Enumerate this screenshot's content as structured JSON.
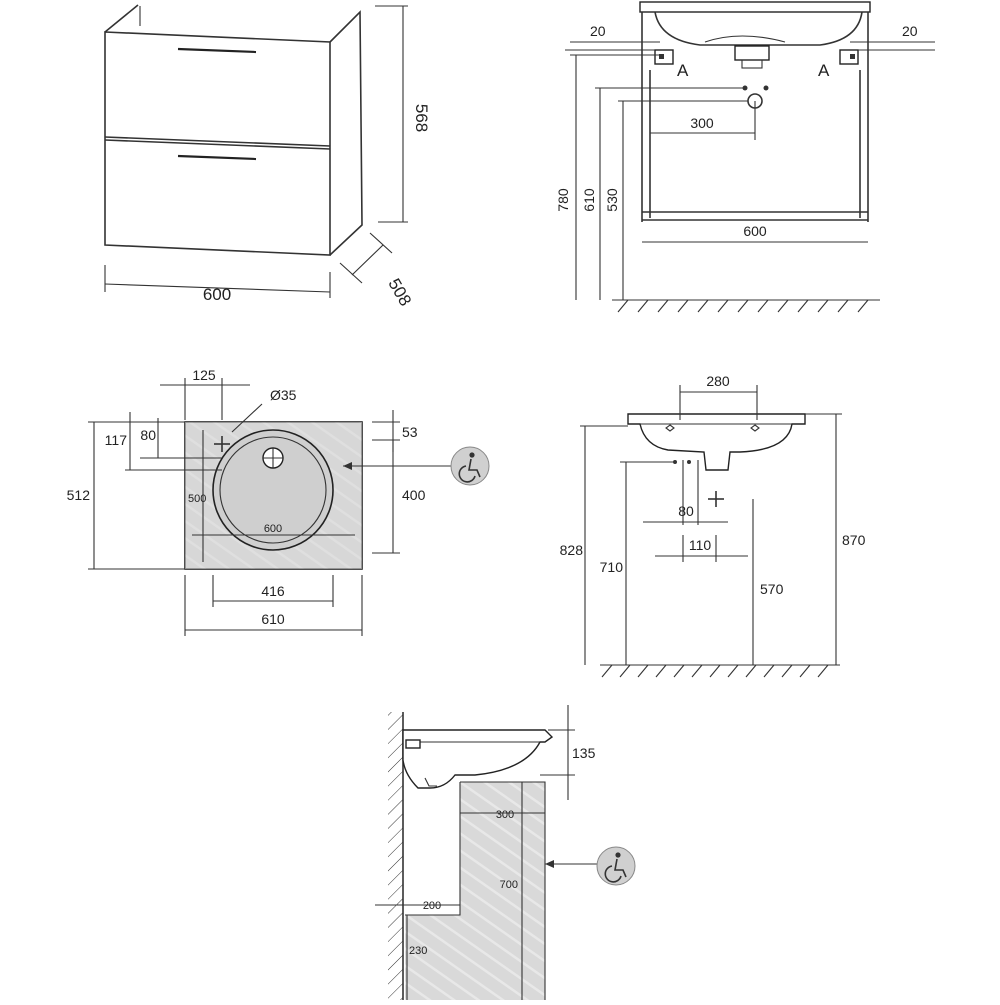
{
  "views": {
    "cabinet_front": {
      "height": "568",
      "width": "600",
      "depth": "508"
    },
    "cabinet_elevation": {
      "offset_left": "20",
      "offset_right": "20",
      "marker_left": "A",
      "marker_right": "A",
      "drain_offset": "300",
      "width": "600",
      "height_total": "780",
      "height_mid": "610",
      "height_low": "530"
    },
    "basin_plan": {
      "tap_offset": "125",
      "hole_diameter": "Ø35",
      "dim_117": "117",
      "dim_80": "80",
      "overall_depth": "512",
      "inner_depth": "500",
      "inner_width": "600",
      "top_offset": "53",
      "depth_400": "400",
      "bowl_width": "416",
      "overall_width": "610"
    },
    "basin_side": {
      "tap_spacing": "280",
      "height_828": "828",
      "height_710": "710",
      "dim_80": "80",
      "dim_110": "110",
      "height_570": "570",
      "height_870": "870"
    },
    "wall_section": {
      "basin_height": "135",
      "dim_300": "300",
      "dim_700": "700",
      "dim_200": "200",
      "dim_230": "230"
    }
  },
  "icons": {
    "accessibility": "wheelchair-icon"
  },
  "colors": {
    "zone_fill": "#d9d9d9",
    "line": "#222222"
  }
}
